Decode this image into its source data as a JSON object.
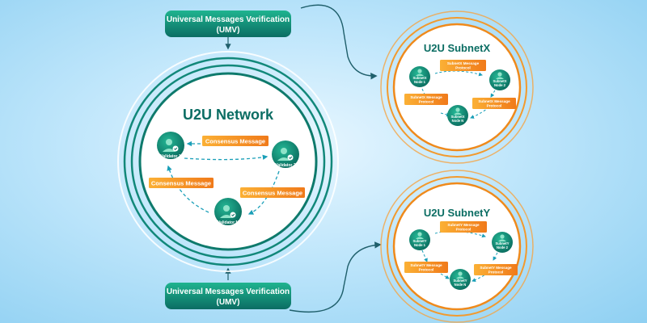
{
  "umv_top": {
    "line1": "Universal Messages Verification",
    "line2": "(UMV)"
  },
  "umv_bottom": {
    "line1": "Universal Messages Verification",
    "line2": "(UMV)"
  },
  "network": {
    "title": "U2U Network",
    "validators": [
      "Validator 1",
      "Validator 2",
      "Validator N"
    ],
    "messages": [
      "Consensus Message",
      "Consensus Message",
      "Consensus Message"
    ]
  },
  "subnet_x": {
    "title": "U2U SubnetX",
    "nodes": [
      [
        "SubnetX",
        "Node 1"
      ],
      [
        "SubnetX",
        "Node 2"
      ],
      [
        "SubnetX",
        "Node N"
      ]
    ],
    "messages": [
      [
        "SubnetX Message",
        "Protocol"
      ],
      [
        "SubnetX Message",
        "Protocol"
      ],
      [
        "SubnetX Message",
        "Protocol"
      ]
    ]
  },
  "subnet_y": {
    "title": "U2U SubnetY",
    "nodes": [
      [
        "SubnetY",
        "Node 1"
      ],
      [
        "SubnetY",
        "Node 2"
      ],
      [
        "SubnetY",
        "Node N"
      ]
    ],
    "messages": [
      [
        "SubnetY Message",
        "Protocol"
      ],
      [
        "SubnetY Message",
        "Protocol"
      ],
      [
        "SubnetY Message",
        "Protocol"
      ]
    ]
  },
  "colors": {
    "teal_dark": "#0b6d63",
    "teal": "#14a083",
    "orange": "#f28c1e",
    "orange_light": "#fbb035",
    "arrow": "#1a9fb8"
  },
  "icons": {
    "validator": "user-check-icon",
    "node": "user-icon"
  }
}
